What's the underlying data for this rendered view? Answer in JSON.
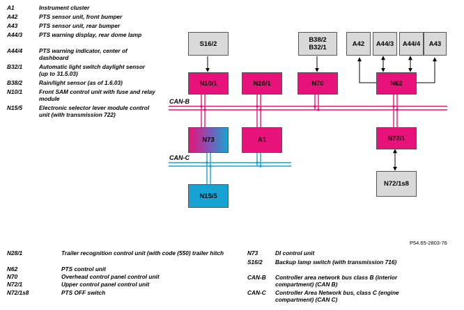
{
  "legend_top": [
    {
      "code": "A1",
      "desc": "Instrument cluster"
    },
    {
      "code": "A42",
      "desc": "PTS sensor unit, front bumper"
    },
    {
      "code": "A43",
      "desc": "PTS sensor unit, rear bumper"
    },
    {
      "code": "A44/3",
      "desc": "PTS warning display, rear dome lamp"
    },
    {
      "code": "A44/4",
      "desc": "PTS warning indicator, center of dashboard"
    },
    {
      "code": "B32/1",
      "desc": "Automatic light switch daylight sensor (up to 31.5.03)"
    },
    {
      "code": "B38/2",
      "desc": "Rain/light sensor (as of 1.6.03)"
    },
    {
      "code": "N10/1",
      "desc": "Front SAM control unit with fuse and relay module"
    },
    {
      "code": "N15/5",
      "desc": "Electronic selector lever module control unit (with transmission 722)"
    }
  ],
  "legend_bottom_left": [
    {
      "code": "N28/1",
      "desc": "Trailer recognition control unit (with code (550) trailer hitch"
    },
    {
      "code": "N62",
      "desc": "PTS control unit"
    },
    {
      "code": "N70",
      "desc": "Overhead control panel control unit"
    },
    {
      "code": "N72/1",
      "desc": "Upper control panel control unit"
    },
    {
      "code": "N72/1s8",
      "desc": "PTS OFF switch"
    }
  ],
  "legend_bottom_right": [
    {
      "code": "N73",
      "desc": "DI control unit"
    },
    {
      "code": "S16/2",
      "desc": "Backup lamp switch (with transmission 716)"
    },
    {
      "code": "CAN-B",
      "desc": "Controller area network bus class B (interior compartment) (CAN B)"
    },
    {
      "code": "CAN-C",
      "desc": "Controller Area Network bus, class C (engine compartment) (CAN C)"
    }
  ],
  "boxes": {
    "s16_2": "S16/2",
    "b38_2": "B38/2",
    "b32_1": "B32/1",
    "a42": "A42",
    "a44_3": "A44/3",
    "a44_4": "A44/4",
    "a43": "A43",
    "n10_1": "N10/1",
    "n28_1": "N28/1",
    "n70": "N70",
    "n62": "N62",
    "n73": "N73",
    "a1": "A1",
    "n72_1": "N72/1",
    "n15_5": "N15/5",
    "n72_1s8": "N72/1s8"
  },
  "bus": {
    "can_b": "CAN-B",
    "can_c": "CAN-C"
  },
  "figure_ref": "P54.65-2803-76",
  "colors": {
    "pink": "#e8137a",
    "blue": "#16a2d2",
    "gray": "#d9d9d9"
  }
}
